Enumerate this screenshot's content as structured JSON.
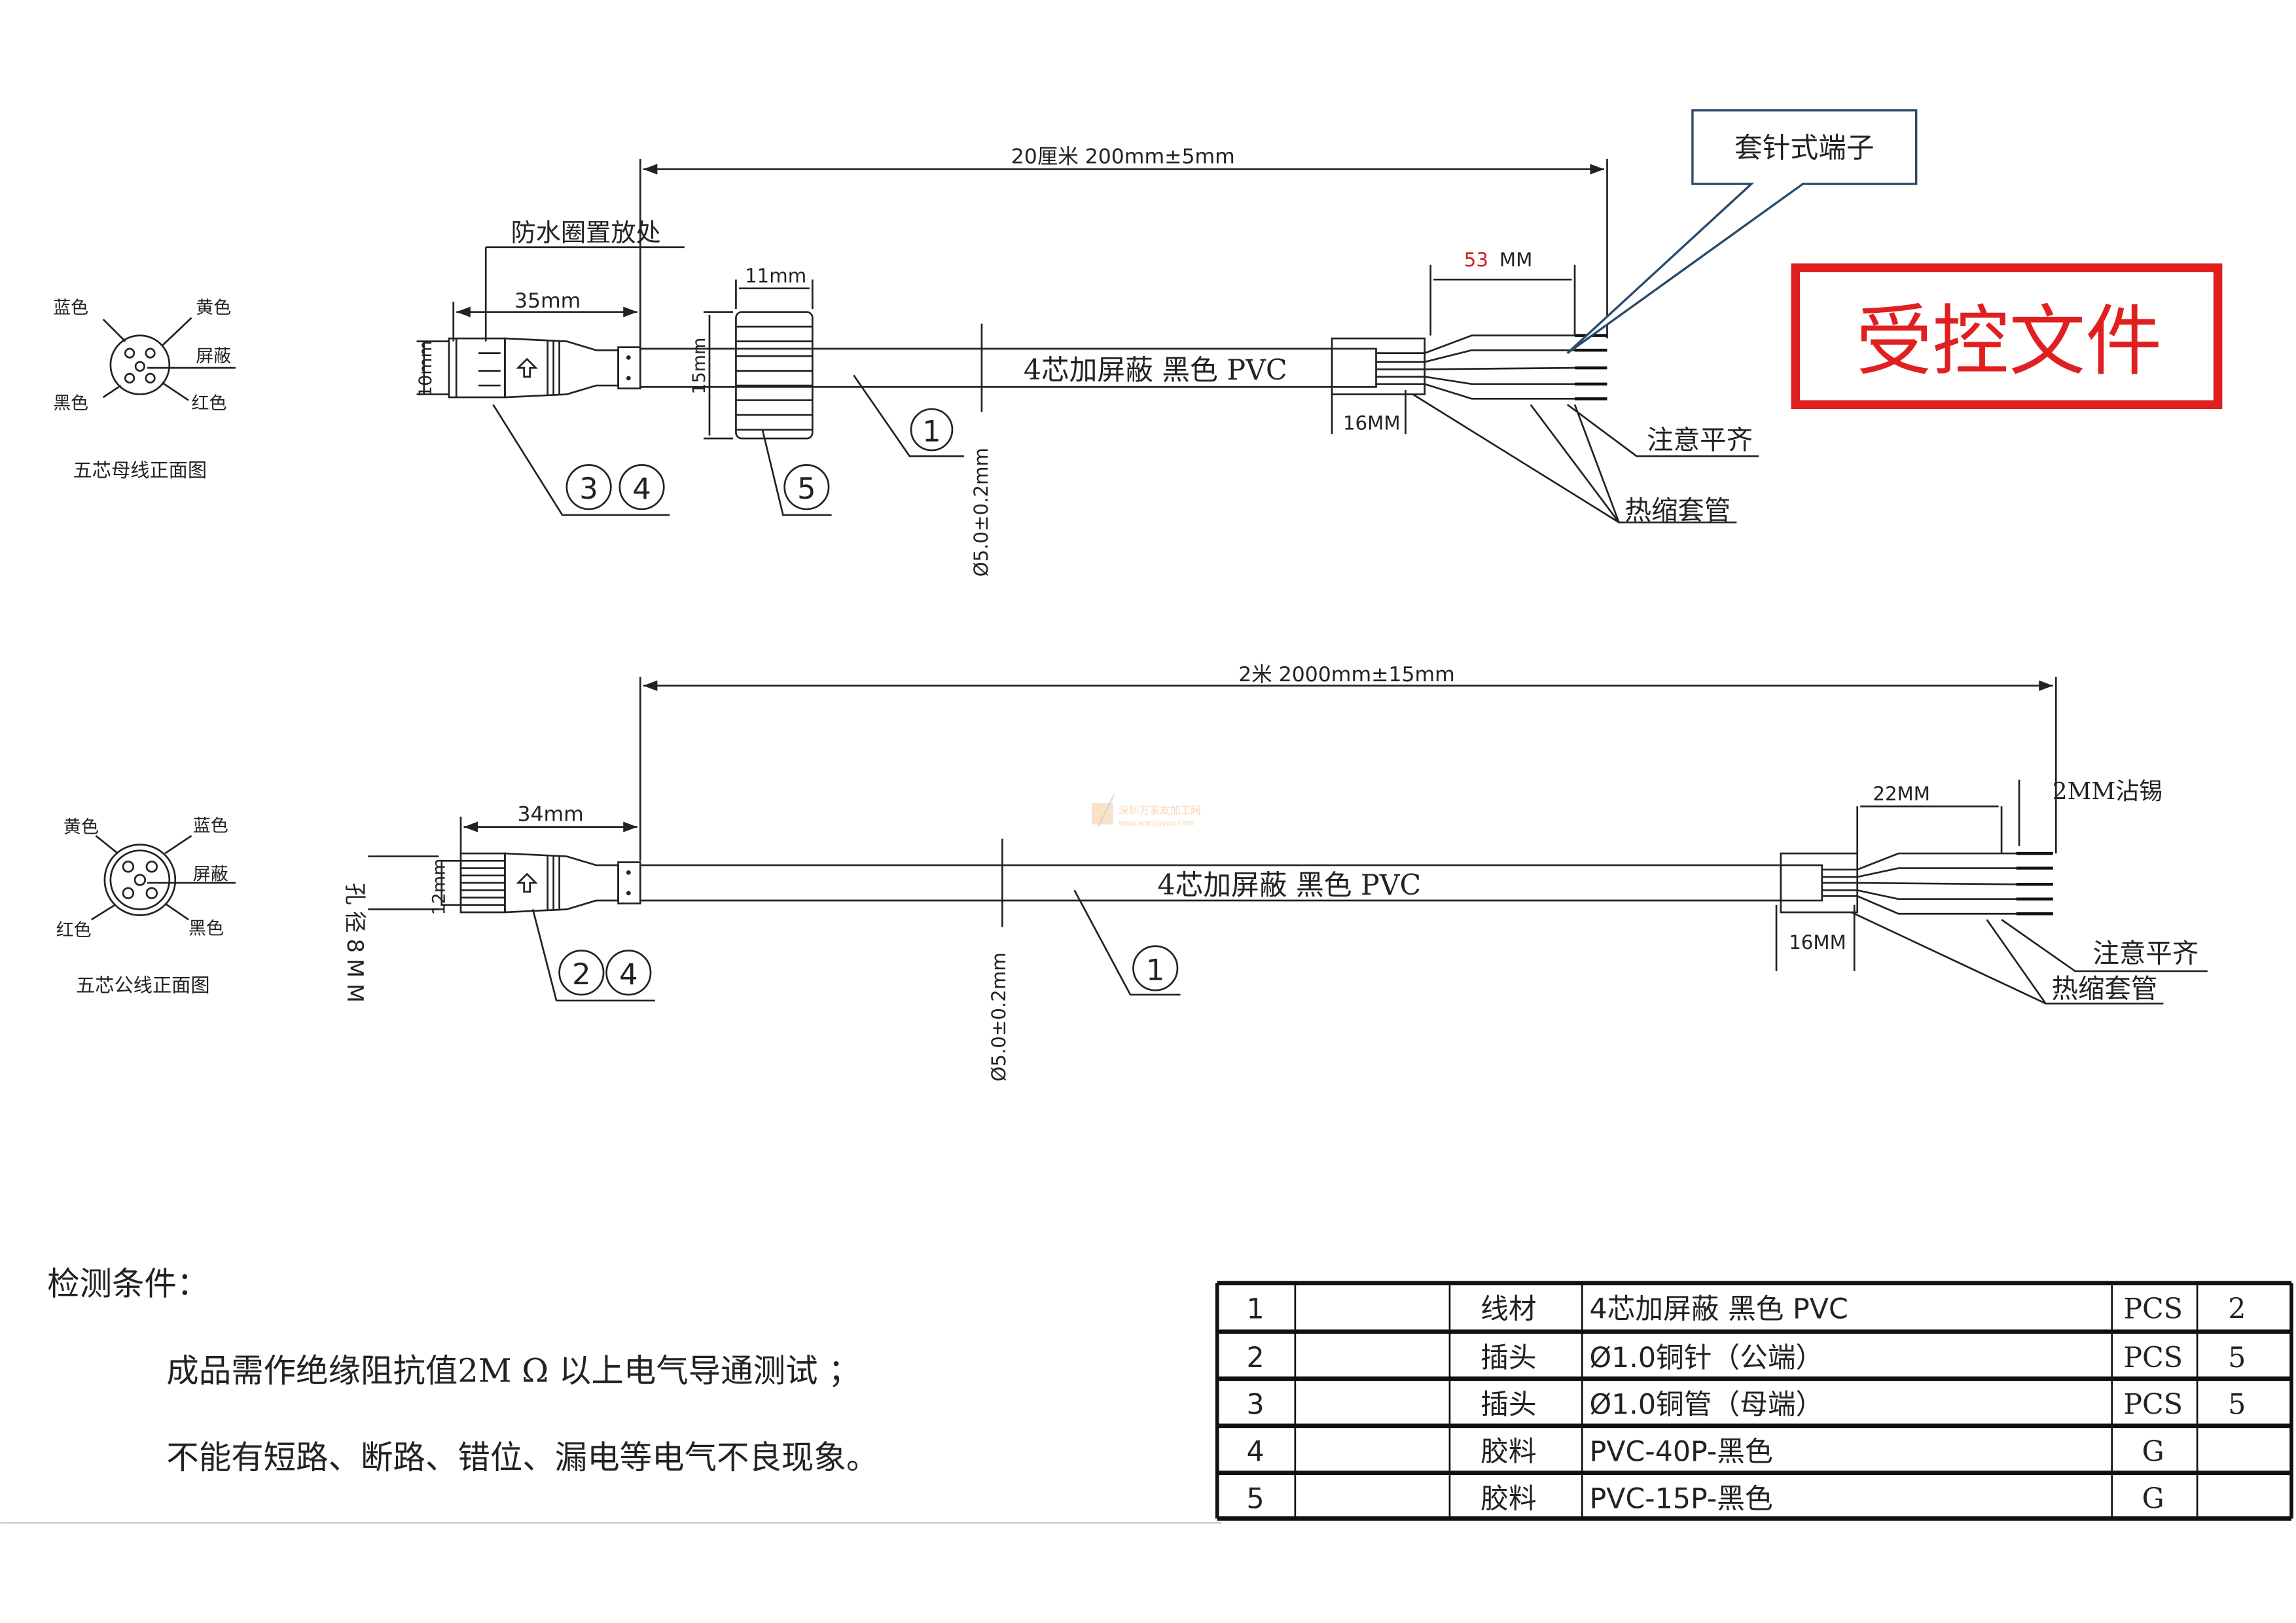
{
  "top_drawing": {
    "length_dim": "20厘米 200mm±5mm",
    "waterproof_ring_note": "防水圈置放处",
    "connector_length": "35mm",
    "connector_dia": "10mm",
    "nut_width": "11mm",
    "nut_dia": "15mm",
    "cable_label": "4芯加屏蔽  黑色 PVC",
    "cable_dia": "Ø5.0±0.2mm",
    "sleeve_length": "16MM",
    "strip_value": "53",
    "strip_unit": "MM",
    "callout": "套针式端子",
    "align_note": "注意平齐",
    "heat_shrink_note": "热缩套管",
    "part_refs": [
      "①",
      "③",
      "④",
      "⑤"
    ]
  },
  "stamp": {
    "text": "受控文件",
    "color": "#e02020"
  },
  "female_pinout": {
    "labels": [
      "蓝色",
      "黄色",
      "屏蔽",
      "黑色",
      "红色"
    ],
    "caption": "五芯母线正面图"
  },
  "male_pinout": {
    "labels": [
      "黄色",
      "蓝色",
      "屏蔽",
      "红色",
      "黑色"
    ],
    "caption": "五芯公线正面图"
  },
  "bottom_drawing": {
    "length_dim": "2米 2000mm±15mm",
    "connector_length": "34mm",
    "connector_dia": "12mm",
    "hole_dia": "孔径8MM",
    "cable_label": "4芯加屏蔽  黑色 PVC",
    "cable_dia": "Ø5.0±0.2mm",
    "sleeve_length": "16MM",
    "strip_length": "22MM",
    "tin_note": "2MM沾锡",
    "align_note": "注意平齐",
    "heat_shrink_note": "热缩套管",
    "part_refs": [
      "②",
      "④",
      "①"
    ]
  },
  "watermark": {
    "name": "深圳万家友加工网",
    "url": "www.wanjiayou.com"
  },
  "test_conditions": {
    "title": "检测条件：",
    "line1": "成品需作绝缘阻抗值2M Ω 以上电气导通测试 ；",
    "line2": "不能有短路、断路、错位、漏电等电气不良现象。"
  },
  "bom": {
    "rows": [
      {
        "no": "1",
        "blank": "",
        "type": "线材",
        "spec": "4芯加屏蔽  黑色 PVC",
        "unit": "PCS",
        "qty": "2"
      },
      {
        "no": "2",
        "blank": "",
        "type": "插头",
        "spec": "Ø1.0铜针（公端）",
        "unit": "PCS",
        "qty": "5"
      },
      {
        "no": "3",
        "blank": "",
        "type": "插头",
        "spec": "Ø1.0铜管（母端）",
        "unit": "PCS",
        "qty": "5"
      },
      {
        "no": "4",
        "blank": "",
        "type": "胶料",
        "spec": "PVC-40P-黑色",
        "unit": "G",
        "qty": ""
      },
      {
        "no": "5",
        "blank": "",
        "type": "胶料",
        "spec": "PVC-15P-黑色",
        "unit": "G",
        "qty": ""
      }
    ]
  }
}
